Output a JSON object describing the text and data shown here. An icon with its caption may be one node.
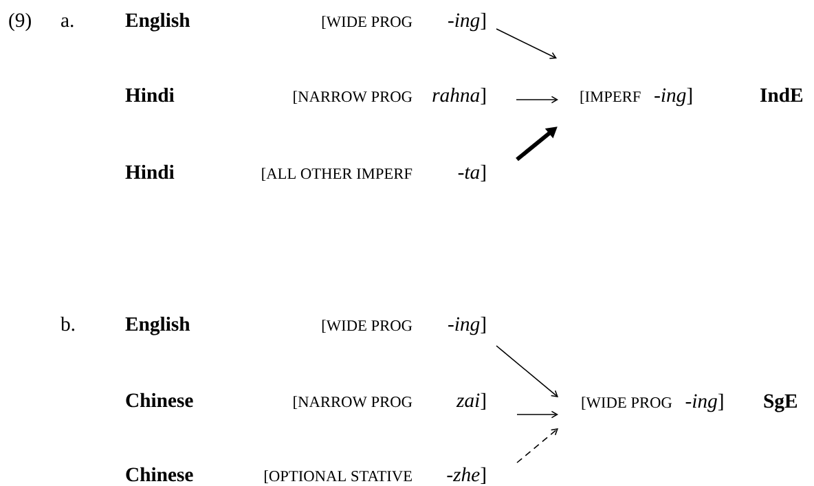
{
  "diagram": {
    "nodes": [
      {
        "text": [
          "[WIDE PROG",
          "*-ing*]"
        ]
      },
      {
        "text": [
          "[NARROW PROG",
          "*rahna*]"
        ]
      },
      {
        "text": [
          "[ALL OTHER IMPERF",
          "*-ta*]"
        ]
      },
      {
        "text": [
          "[IMPERF",
          "*-ing*]"
        ],
        "beside": [
          "IndE"
        ]
      },
      {
        "text": [
          "[WIDE PROG",
          "*-ing*]"
        ]
      },
      {
        "text": [
          "[NARROW PROG",
          "*zai*]"
        ]
      },
      {
        "text": [
          "[OPTIONAL STATIVE",
          "*-zhe*]"
        ]
      },
      {
        "text": [
          "[WIDE PROG",
          "*-ing*]"
        ],
        "beside": [
          "SgE"
        ]
      }
    ],
    "edges": [
      {
        "from": 0,
        "to": 3,
        "arrow": "to"
      },
      {
        "from": 1,
        "to": 3,
        "arrow": "to"
      },
      {
        "from": 2,
        "to": 3,
        "arrow": "to",
        "style": "thick"
      },
      {
        "from": 4,
        "to": 7,
        "arrow": "to"
      },
      {
        "from": 5,
        "to": 7,
        "arrow": "to"
      },
      {
        "from": 6,
        "to": 7,
        "arrow": "to",
        "style": "dashed"
      }
    ],
    "labels": [
      "(9)",
      "a.",
      "English",
      "Hindi",
      "Hindi",
      "b.",
      "English",
      "Chinese",
      "Chinese"
    ]
  }
}
